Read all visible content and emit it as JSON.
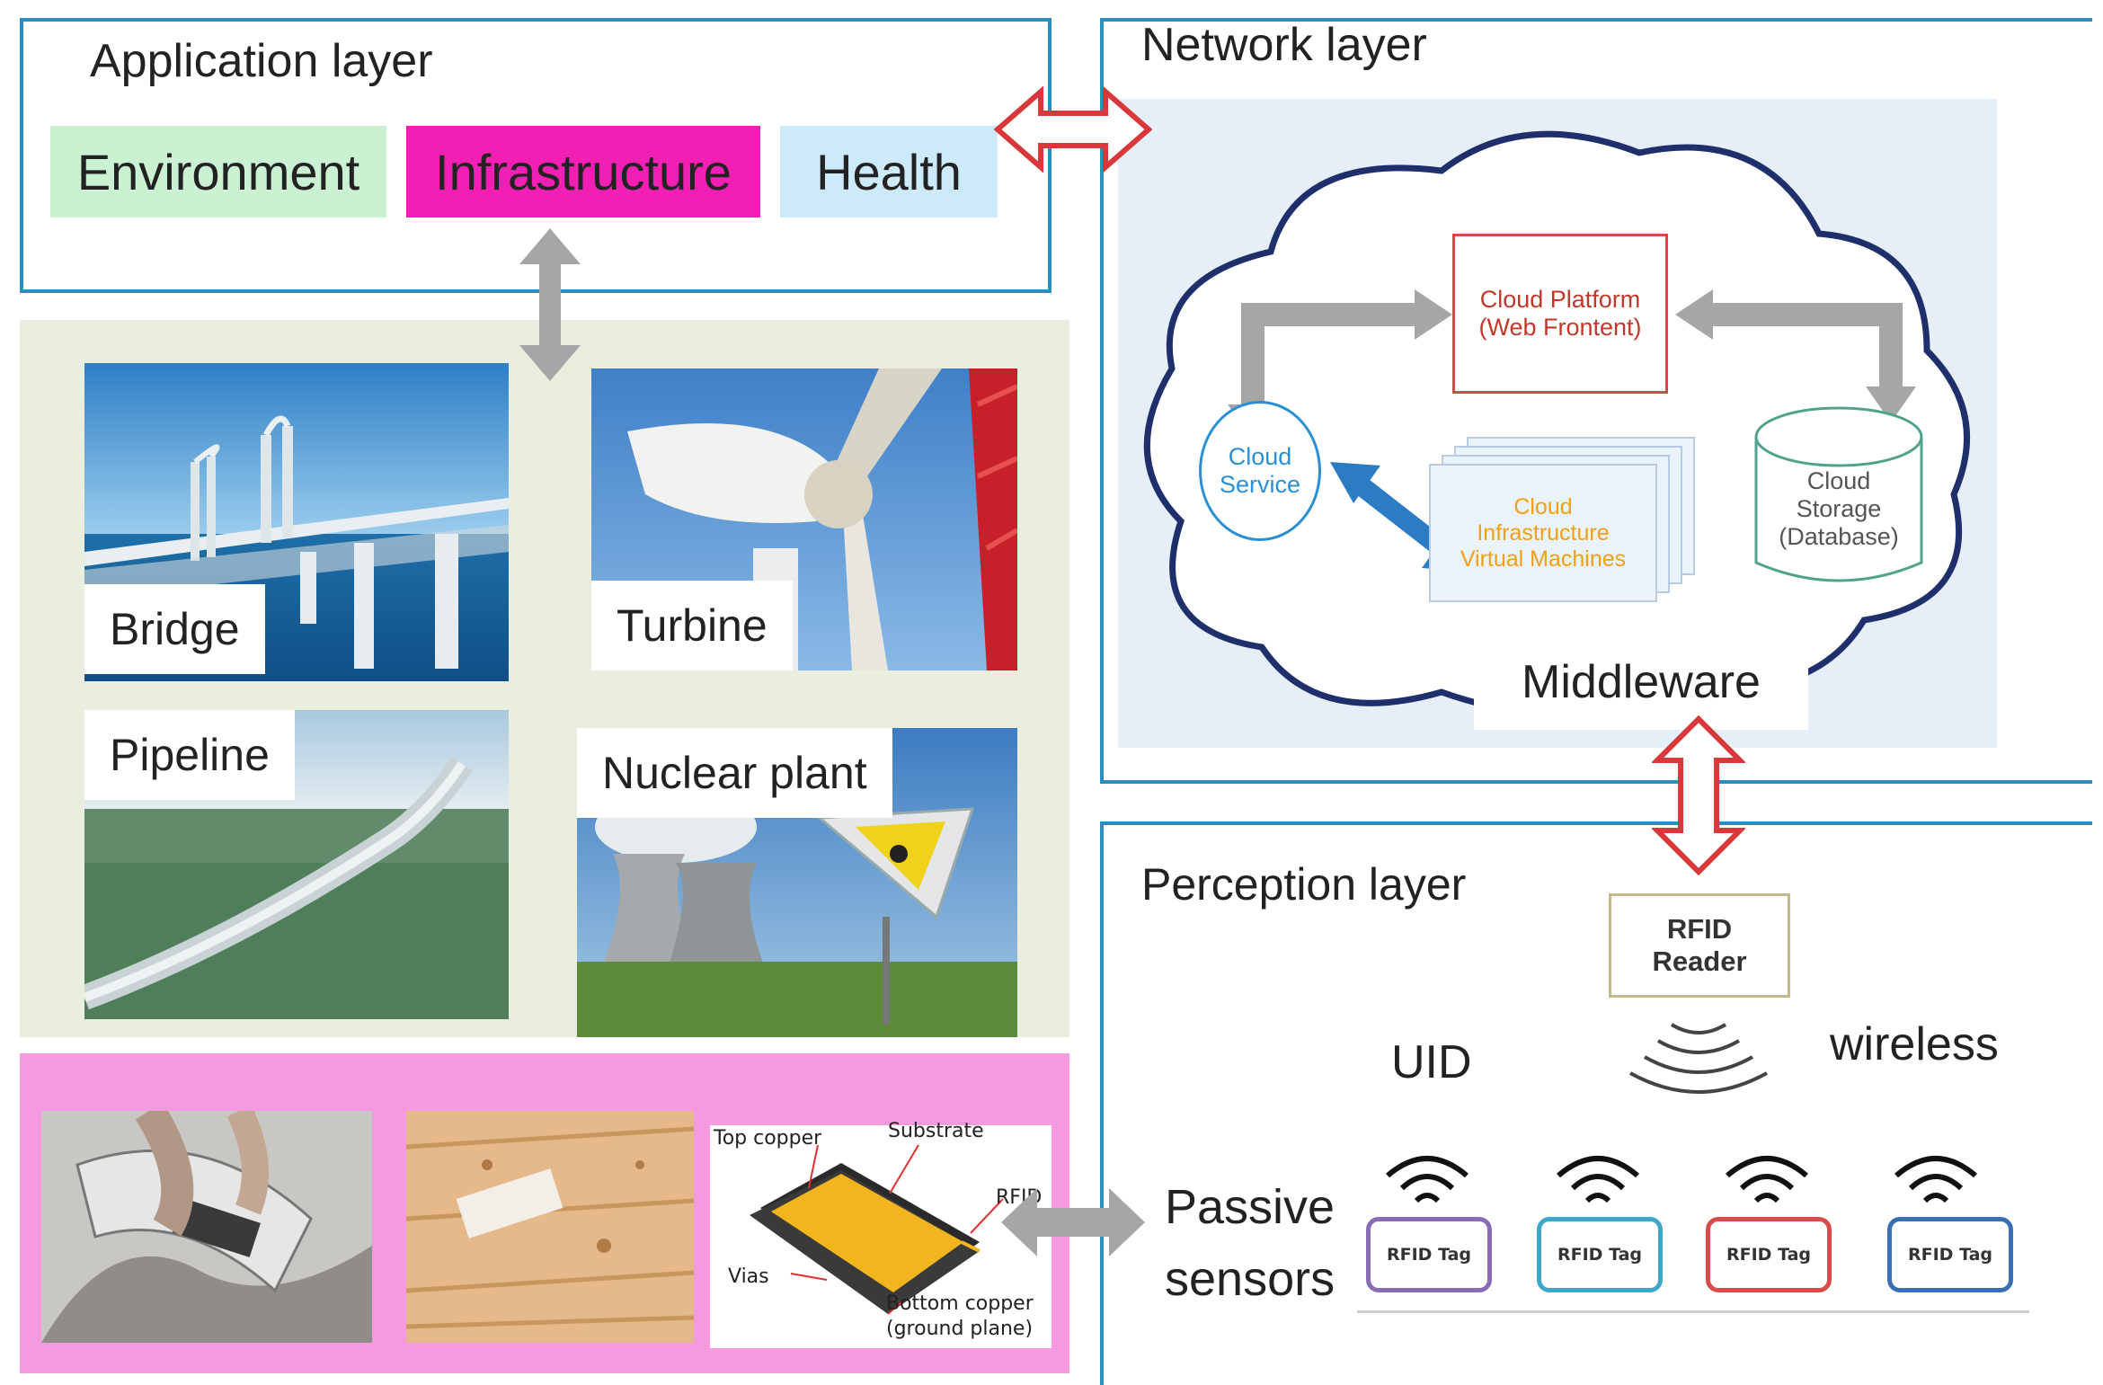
{
  "application_layer": {
    "title": "Application layer",
    "domains": [
      {
        "label": "Environment",
        "color": "#c9f1d2"
      },
      {
        "label": "Infrastructure",
        "color": "#f21fb4"
      },
      {
        "label": "Health",
        "color": "#cdeafb"
      }
    ]
  },
  "infrastructure_examples": {
    "bridge": "Bridge",
    "turbine": "Turbine",
    "pipeline": "Pipeline",
    "nuclear_plant": "Nuclear plant"
  },
  "sensor_fabrication": {
    "antenna_labels": {
      "top_copper": "Top copper",
      "substrate": "Substrate",
      "rfid": "RFID",
      "vias": "Vias",
      "bottom_copper": "Bottom copper",
      "ground_plane": "(ground plane)"
    }
  },
  "network_layer": {
    "title": "Network layer",
    "cloud_platform": [
      "Cloud Platform",
      "(Web Frontent)"
    ],
    "cloud_service": [
      "Cloud",
      "Service"
    ],
    "cloud_infrastructure": [
      "Cloud",
      "Infrastructure",
      "Virtual Machines"
    ],
    "cloud_storage": [
      "Cloud",
      "Storage",
      "(Database)"
    ],
    "middleware": "Middleware"
  },
  "perception_layer": {
    "title": "Perception layer",
    "rfid_reader": [
      "RFID",
      "Reader"
    ],
    "uid": "UID",
    "wireless": "wireless",
    "passive_sensors": [
      "Passive",
      "sensors"
    ],
    "tags": [
      {
        "label": "RFID Tag",
        "color": "#8a6bb5"
      },
      {
        "label": "RFID Tag",
        "color": "#3fa7c8"
      },
      {
        "label": "RFID Tag",
        "color": "#d94b4b"
      },
      {
        "label": "RFID Tag",
        "color": "#3a6fb5"
      }
    ]
  },
  "colors": {
    "layer_border": "#2a8fc0",
    "infra_panel_bg": "#eaeedf",
    "sensor_panel_bg": "#f59ae0",
    "network_bg": "#e6eff8",
    "double_arrow_red": "#d9383a",
    "gray_arrow": "#a6a6a6",
    "blue_arrow": "#2c7cc4"
  }
}
